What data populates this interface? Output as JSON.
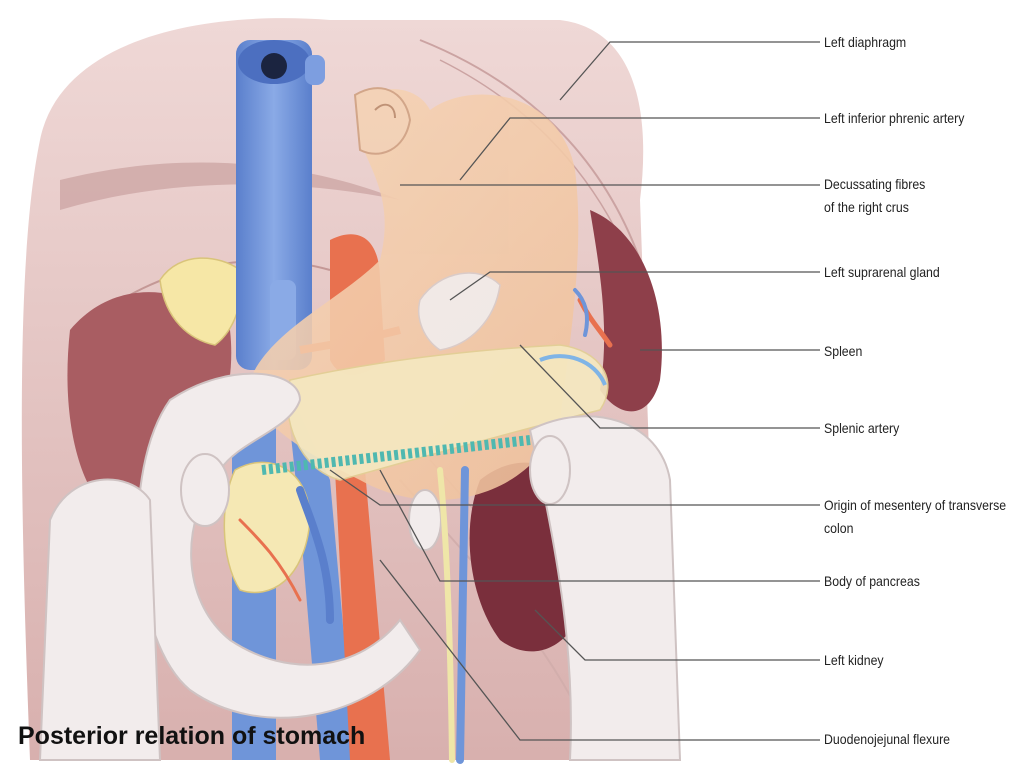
{
  "caption": "Posterior relation of stomach",
  "labels": [
    {
      "id": "left-diaphragm",
      "text": "Left diaphragm"
    },
    {
      "id": "left-inferior-phrenic-artery",
      "text": "Left inferior phrenic artery"
    },
    {
      "id": "decussating-fibres",
      "text": "Decussating fibres",
      "text2": "of the right crus"
    },
    {
      "id": "left-suprarenal-gland",
      "text": "Left suprarenal gland"
    },
    {
      "id": "spleen",
      "text": "Spleen"
    },
    {
      "id": "splenic-artery",
      "text": "Splenic artery"
    },
    {
      "id": "origin-mesentery",
      "text": "Origin of mesentery of transverse",
      "text2": "colon"
    },
    {
      "id": "body-of-pancreas",
      "text": "Body of pancreas"
    },
    {
      "id": "left-kidney",
      "text": "Left kidney"
    },
    {
      "id": "duodenojejunal-flexure",
      "text": "Duodenojejunal flexure"
    }
  ],
  "colors": {
    "diaphragm": "#d9b5b5",
    "stomach": "#f3c9a8",
    "spleen": "#8e3f4a",
    "kidney": "#7a2f3c",
    "vena_cava": "#6f95d9",
    "aorta": "#e8714f",
    "pancreas": "#f5e8c0",
    "colon": "#f2ecec",
    "mesentery_line": "#4fb8b0",
    "leader_line": "#555555"
  }
}
